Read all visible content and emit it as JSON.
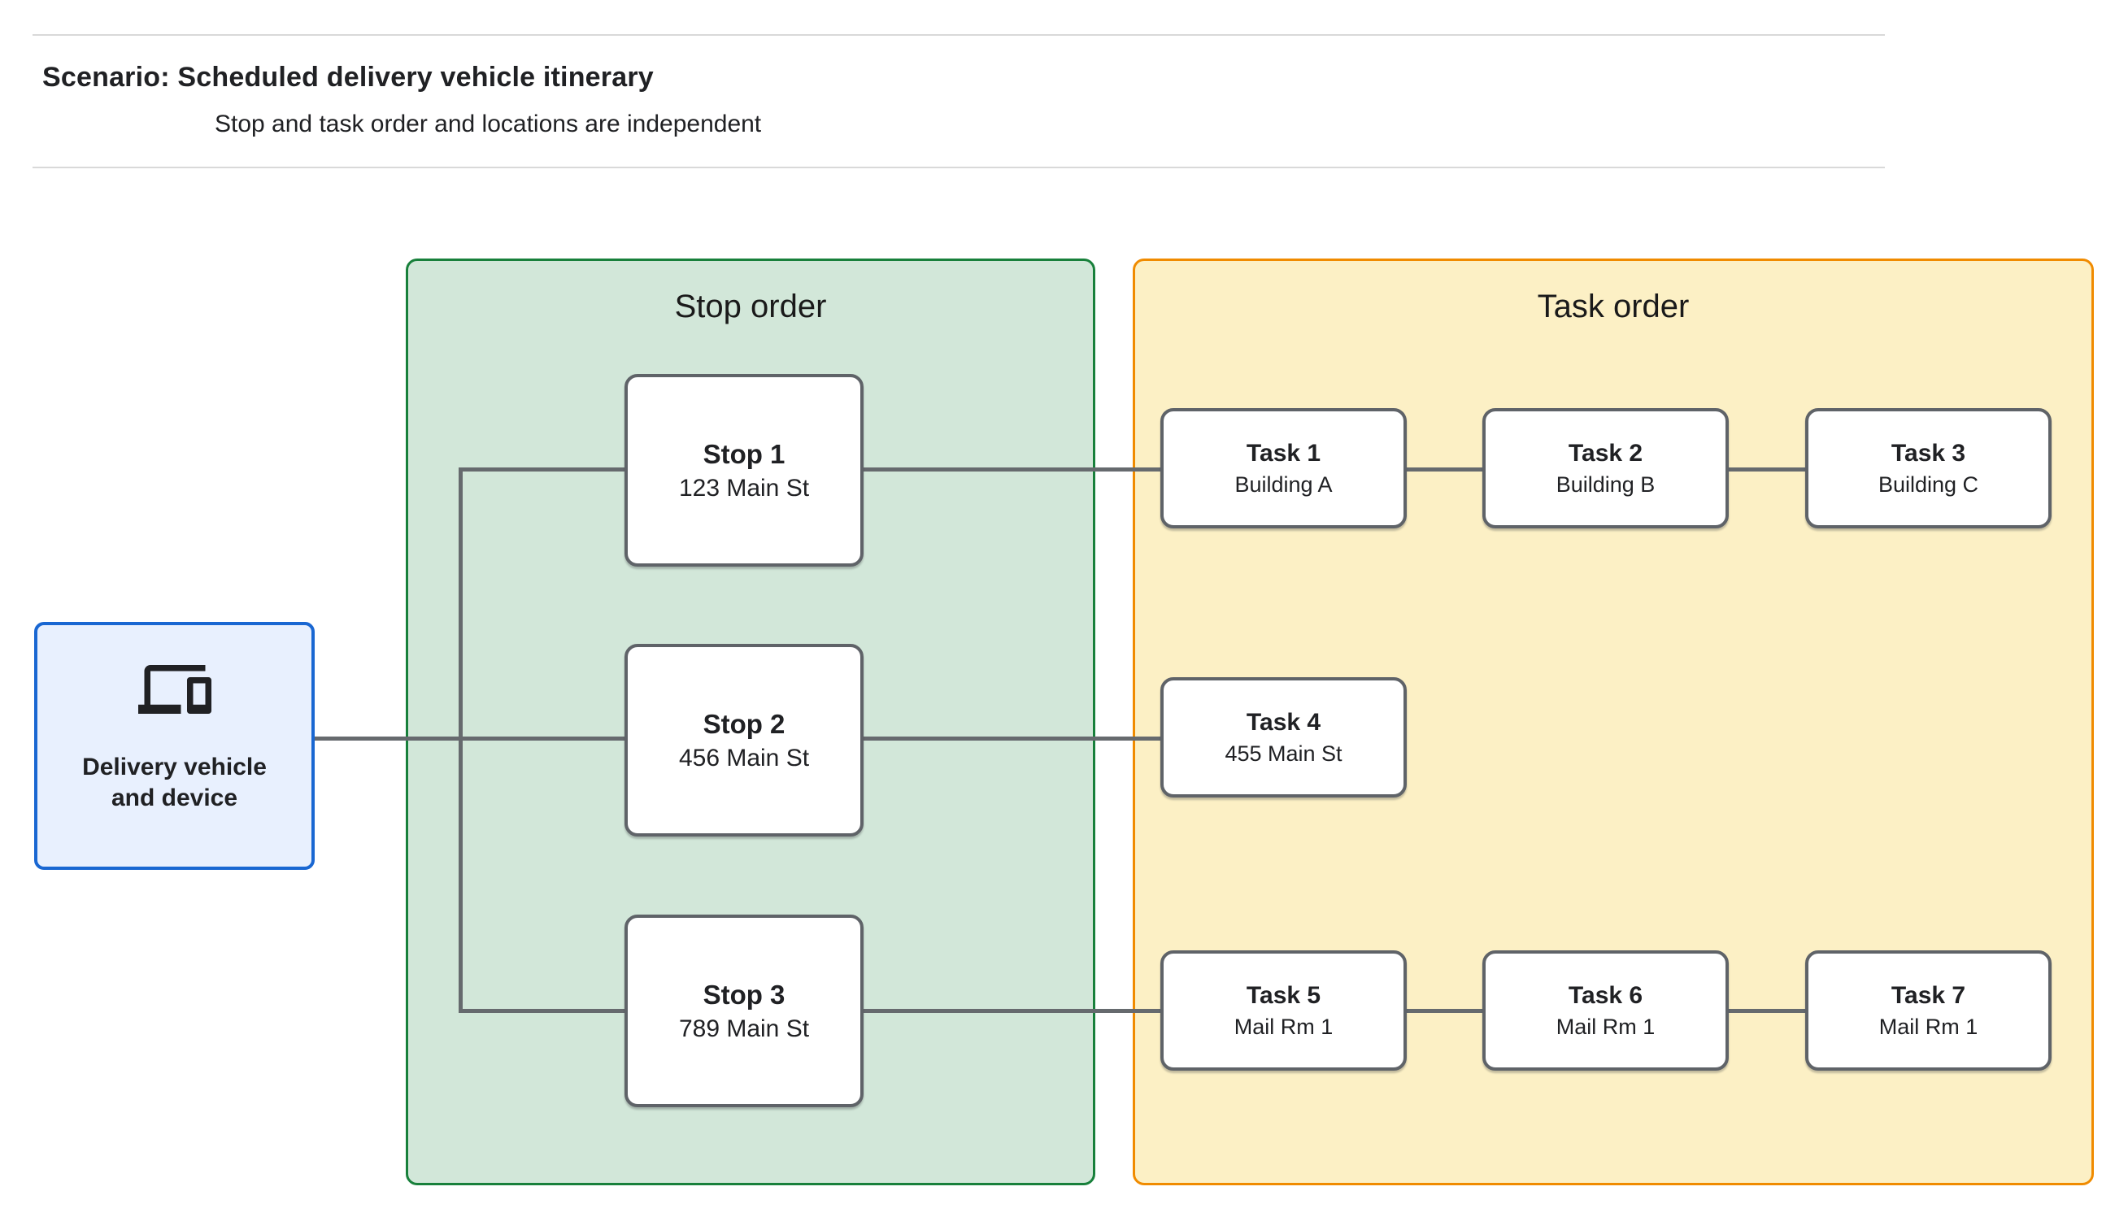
{
  "header": {
    "title": "Scenario: Scheduled delivery vehicle itinerary",
    "subtitle": "Stop and task order and locations are independent"
  },
  "vehicle": {
    "icon": "devices-icon",
    "label_line1": "Delivery vehicle",
    "label_line2": "and device"
  },
  "sections": {
    "stop_order": {
      "title": "Stop order"
    },
    "task_order": {
      "title": "Task order"
    }
  },
  "stops": [
    {
      "title": "Stop 1",
      "subtitle": "123 Main St"
    },
    {
      "title": "Stop 2",
      "subtitle": "456 Main St"
    },
    {
      "title": "Stop 3",
      "subtitle": "789 Main St"
    }
  ],
  "tasks": [
    {
      "title": "Task 1",
      "subtitle": "Building A"
    },
    {
      "title": "Task 2",
      "subtitle": "Building B"
    },
    {
      "title": "Task 3",
      "subtitle": "Building C"
    },
    {
      "title": "Task 4",
      "subtitle": "455 Main St"
    },
    {
      "title": "Task 5",
      "subtitle": "Mail Rm 1"
    },
    {
      "title": "Task 6",
      "subtitle": "Mail Rm 1"
    },
    {
      "title": "Task 7",
      "subtitle": "Mail Rm 1"
    }
  ],
  "colors": {
    "stop_section_fill": "#d2e7d9",
    "stop_section_border": "#18803b",
    "task_section_fill": "#fcf0c5",
    "task_section_border": "#f08b00",
    "vehicle_fill": "#e8f0fe",
    "vehicle_border": "#1967d2",
    "node_border": "#5f6368",
    "connector": "#666a6e",
    "divider": "#d9d9d9",
    "text": "#202124"
  }
}
